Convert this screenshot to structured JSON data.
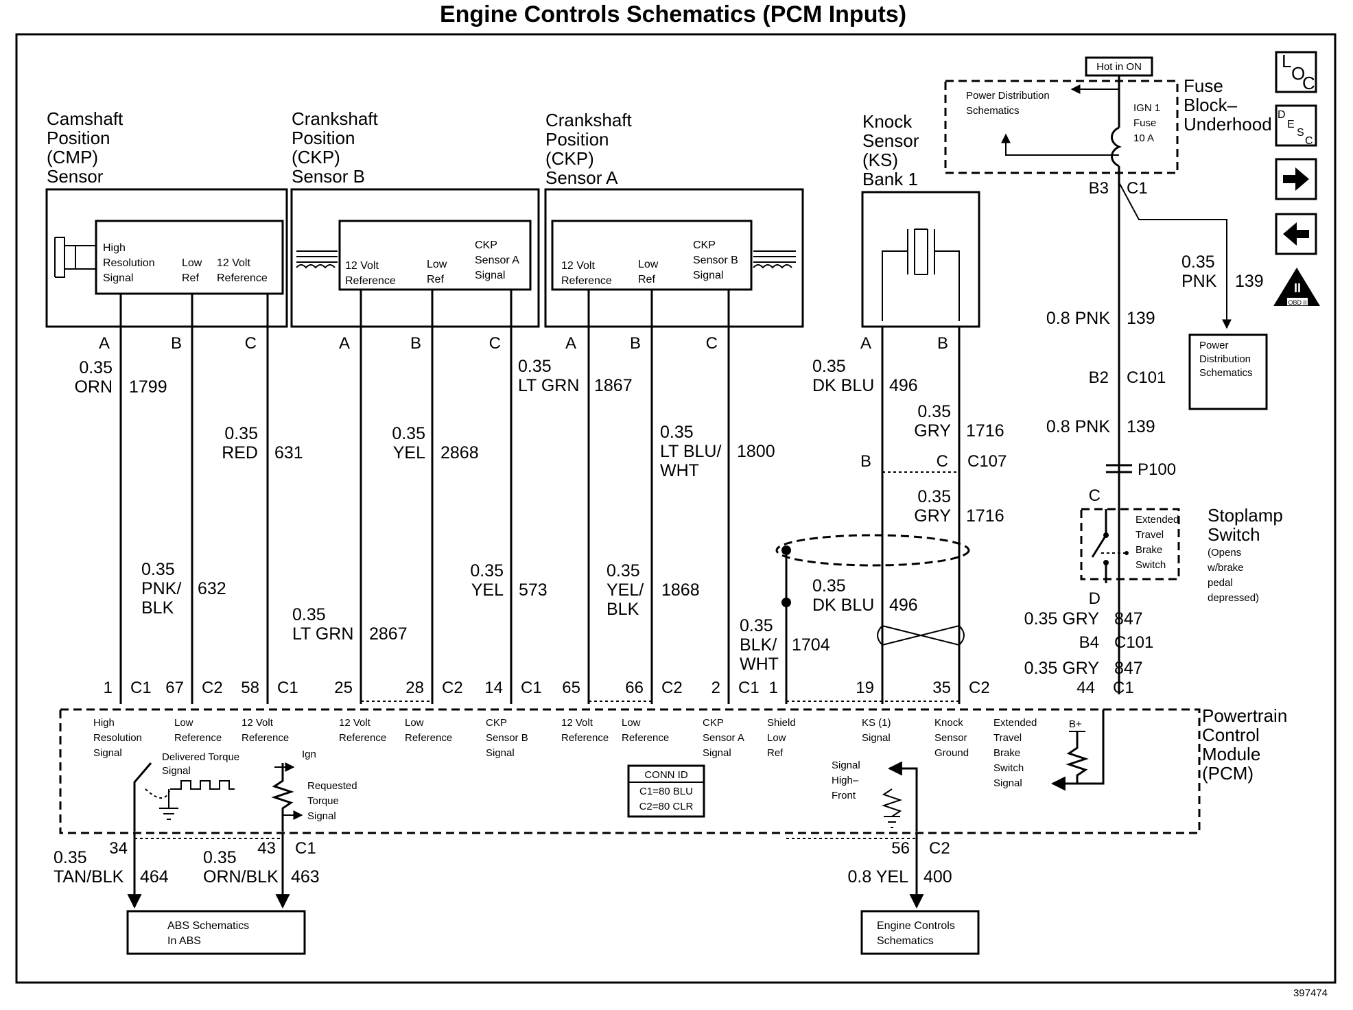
{
  "title": "Engine Controls Schematics (PCM Inputs)",
  "figure_number": "397474",
  "components": {
    "cmp": {
      "name": [
        "Camshaft",
        "Position",
        "(CMP)",
        "Sensor"
      ],
      "pins": [
        [
          "High",
          "Resolution",
          "Signal"
        ],
        [
          "Low",
          "Ref"
        ],
        [
          "12 Volt",
          "Reference"
        ]
      ]
    },
    "ckp_b": {
      "name": [
        "Crankshaft",
        "Position",
        "(CKP)",
        "Sensor B"
      ],
      "pins": [
        [
          "12 Volt",
          "Reference"
        ],
        [
          "Low",
          "Ref"
        ],
        [
          "CKP",
          "Sensor A",
          "Signal"
        ]
      ]
    },
    "ckp_a": {
      "name": [
        "Crankshaft",
        "Position",
        "(CKP)",
        "Sensor A"
      ],
      "pins": [
        [
          "12 Volt",
          "Reference"
        ],
        [
          "Low",
          "Ref"
        ],
        [
          "CKP",
          "Sensor B",
          "Signal"
        ]
      ]
    },
    "ks": {
      "name": [
        "Knock",
        "Sensor",
        "(KS)",
        "Bank 1"
      ]
    },
    "fuse_block": {
      "name": [
        "Fuse",
        "Block–",
        "Underhood"
      ],
      "hot": "Hot in ON",
      "fuse": [
        "IGN 1",
        "Fuse",
        "10 A"
      ],
      "pds": [
        "Power Distribution",
        "Schematics"
      ]
    },
    "stoplamp": {
      "name": [
        "Stoplamp",
        "Switch"
      ],
      "note": [
        "(Opens",
        "w/brake",
        "pedal",
        "depressed)"
      ],
      "inner": [
        "Extended",
        "Travel",
        "Brake",
        "Switch"
      ]
    },
    "pcm": {
      "name": [
        "Powertrain",
        "Control",
        "Module",
        "(PCM)"
      ]
    },
    "pds_box": [
      "Power",
      "Distribution",
      "Schematics"
    ],
    "abs_box": [
      "ABS Schematics",
      "In ABS"
    ],
    "ec_box": [
      "Engine Controls",
      "Schematics"
    ]
  },
  "letters": {
    "a": "A",
    "b": "B",
    "c": "C",
    "d": "D"
  },
  "wires": {
    "w1799": [
      "0.35",
      "ORN",
      "1799"
    ],
    "w632": [
      "0.35",
      "PNK/",
      "BLK",
      "632"
    ],
    "w631": [
      "0.35",
      "RED",
      "631"
    ],
    "w2867": [
      "0.35",
      "LT GRN",
      "2867"
    ],
    "w2868": [
      "0.35",
      "YEL",
      "2868"
    ],
    "w573": [
      "0.35",
      "YEL",
      "573"
    ],
    "w1867": [
      "0.35",
      "LT GRN",
      "1867"
    ],
    "w1868": [
      "0.35",
      "YEL/",
      "BLK",
      "1868"
    ],
    "w1800": [
      "0.35",
      "LT BLU/",
      "WHT",
      "1800"
    ],
    "w1704": [
      "0.35",
      "BLK/",
      "WHT",
      "1704"
    ],
    "w496a": [
      "0.35",
      "DK BLU",
      "496"
    ],
    "w496b": [
      "0.35",
      "DK BLU",
      "496"
    ],
    "w1716a": [
      "0.35",
      "GRY",
      "1716"
    ],
    "w1716b": [
      "0.35",
      "GRY",
      "1716"
    ],
    "w139a": [
      "0.35",
      "PNK",
      "139"
    ],
    "w139b": [
      "0.8 PNK",
      "139"
    ],
    "w139c": [
      "0.8 PNK",
      "139"
    ],
    "w847a": [
      "0.35 GRY",
      "847"
    ],
    "w847b": [
      "0.35 GRY",
      "847"
    ],
    "w464": [
      "0.35",
      "TAN/BLK",
      "464"
    ],
    "w463": [
      "0.35",
      "ORN/BLK",
      "463"
    ],
    "w400": [
      "0.8 YEL",
      "400"
    ]
  },
  "connectors": {
    "b3": "B3",
    "c1": "C1",
    "b2": "B2",
    "c101": "C101",
    "p100": "P100",
    "c107": "C107",
    "b4": "B4",
    "c2": "C2"
  },
  "pcm_pins": [
    {
      "num": "1",
      "conn": "C1"
    },
    {
      "num": "67",
      "conn": "C2"
    },
    {
      "num": "58",
      "conn": "C1"
    },
    {
      "num": "25",
      "conn": ""
    },
    {
      "num": "28",
      "conn": "C2"
    },
    {
      "num": "14",
      "conn": "C1"
    },
    {
      "num": "65",
      "conn": ""
    },
    {
      "num": "66",
      "conn": "C2"
    },
    {
      "num": "2",
      "conn": "C1"
    },
    {
      "num": "1",
      "conn": ""
    },
    {
      "num": "19",
      "conn": ""
    },
    {
      "num": "35",
      "conn": "C2"
    },
    {
      "num": "44",
      "conn": "C1"
    }
  ],
  "pcm_labels": [
    [
      "High",
      "Resolution",
      "Signal"
    ],
    [
      "Low",
      "Reference"
    ],
    [
      "12 Volt",
      "Reference"
    ],
    [
      "12 Volt",
      "Reference"
    ],
    [
      "Low",
      "Reference"
    ],
    [
      "CKP",
      "Sensor B",
      "Signal"
    ],
    [
      "12 Volt",
      "Reference"
    ],
    [
      "Low",
      "Reference"
    ],
    [
      "CKP",
      "Sensor A",
      "Signal"
    ],
    [
      "Shield",
      "Low",
      "Ref"
    ],
    [
      "KS (1)",
      "Signal"
    ],
    [
      "Knock",
      "Sensor",
      "Ground"
    ],
    [
      "Extended",
      "Travel",
      "Brake",
      "Switch",
      "Signal"
    ]
  ],
  "pcm_internal": {
    "delivered": [
      "Delivered Torque",
      "Signal"
    ],
    "ign": "Ign",
    "requested": [
      "Requested",
      "Torque",
      "Signal"
    ],
    "conn_id": [
      "CONN ID",
      "C1=80 BLU",
      "C2=80 CLR"
    ],
    "signal_high": [
      "Signal",
      "High–",
      "Front"
    ],
    "bplus": "B+"
  },
  "pcm_out_pins": [
    {
      "num": "34",
      "conn": ""
    },
    {
      "num": "43",
      "conn": "C1"
    },
    {
      "num": "56",
      "conn": "C2"
    }
  ],
  "nav_icons": [
    "loc-icon",
    "desc-icon",
    "next-arrow-icon",
    "prev-arrow-icon",
    "obd-ii-icon"
  ],
  "nav_text": {
    "loc": [
      "L",
      "O",
      "C"
    ],
    "desc": [
      "D",
      "E",
      "S",
      "C"
    ],
    "obd": [
      "II",
      "OBD II"
    ]
  }
}
